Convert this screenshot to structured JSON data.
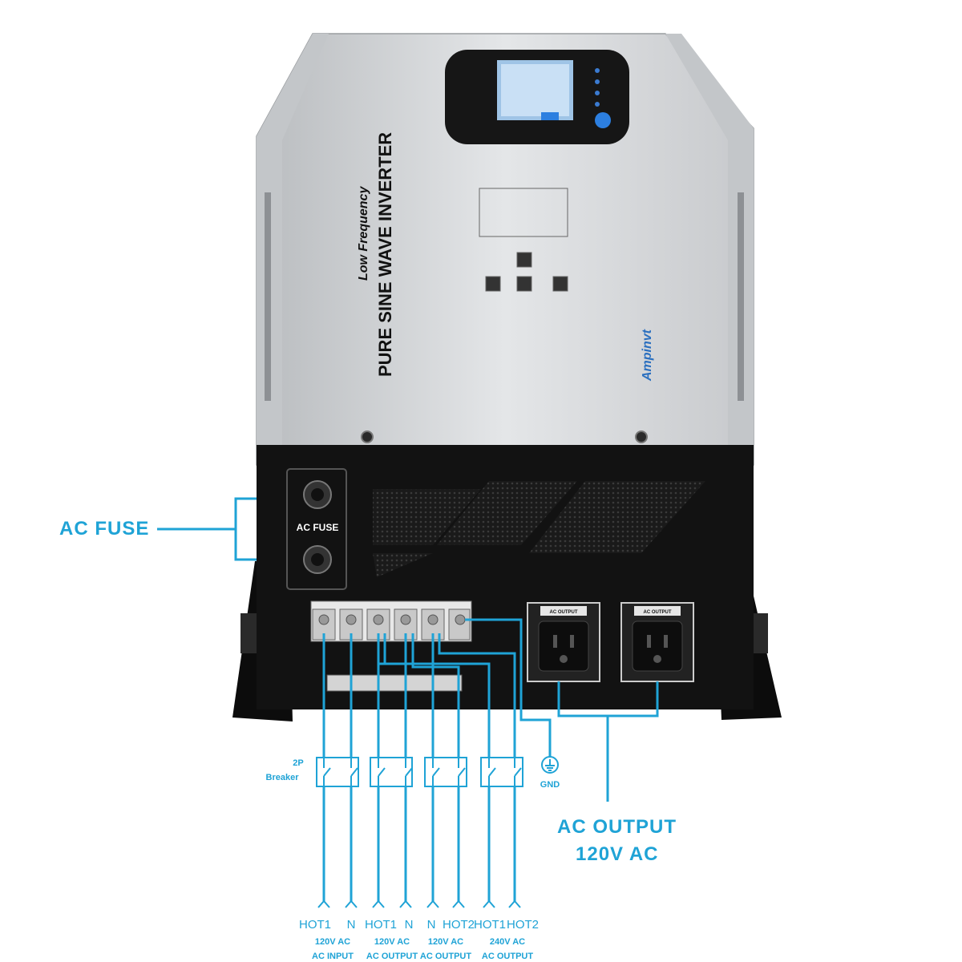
{
  "device": {
    "title": "PURE SINE WAVE INVERTER",
    "subtitle": "Low Frequency",
    "brand": "Ampinvt",
    "fuse_panel_label": "AC FUSE",
    "outlet_labels": [
      "AC OUTPUT",
      "AC OUTPUT"
    ]
  },
  "callouts": {
    "ac_fuse": "AC FUSE",
    "ac_output_line1": "AC OUTPUT",
    "ac_output_line2": "120V AC",
    "breaker": "2P Breaker",
    "gnd": "GND"
  },
  "wire_labels": [
    "HOT1",
    "N",
    "HOT1",
    "N",
    "N",
    "HOT2",
    "HOT1",
    "HOT2"
  ],
  "groups": [
    {
      "voltage": "120V AC",
      "role": "AC INPUT"
    },
    {
      "voltage": "120V AC",
      "role": "AC OUTPUT"
    },
    {
      "voltage": "120V AC",
      "role": "AC OUTPUT"
    },
    {
      "voltage": "240V AC",
      "role": "AC OUTPUT"
    }
  ],
  "colors": {
    "accent": "#1fa3d6",
    "housing": "#d9dbdd",
    "panel": "#141414"
  }
}
